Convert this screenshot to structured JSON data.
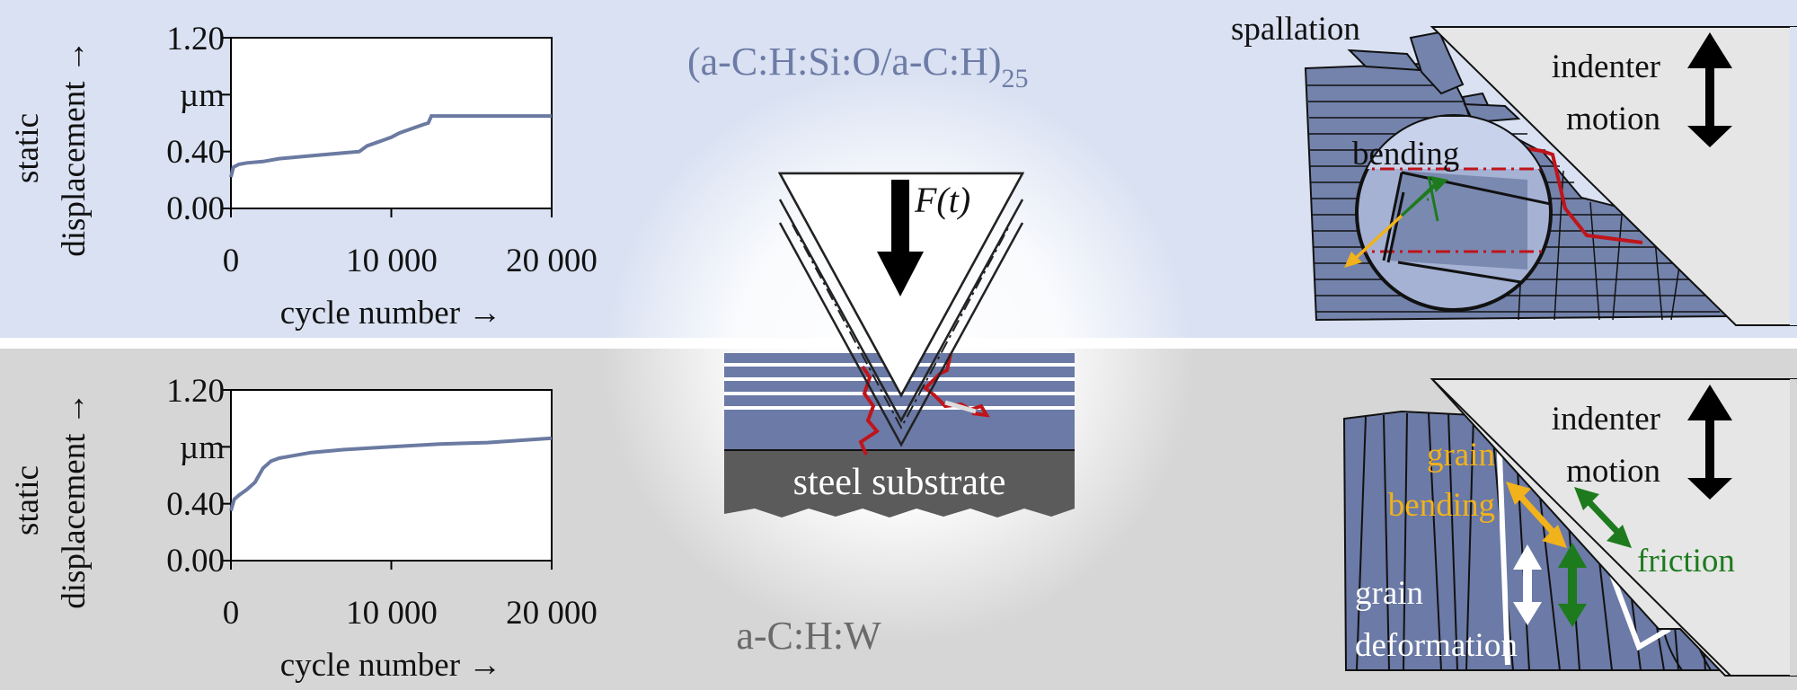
{
  "colors": {
    "top_bg": "#d9e1f2",
    "bottom_bg": "#d6d6d6",
    "curve": "#6b7aa1",
    "coating": "#6b7aa6",
    "crack": "#c0141b",
    "steel": "#5b5b5b",
    "orange": "#f2b21b",
    "green": "#1d7a1d",
    "indenter": "#e6e6e6"
  },
  "labels": {
    "top_title_main": "(a-C:H:Si:O/a-C:H)",
    "top_title_sub": "25",
    "bottom_title": "a-C:H:W",
    "force": "F(t)",
    "steel_substrate": "steel substrate",
    "spallation": "spallation",
    "bending": "bending",
    "indenter_motion_1": "indenter",
    "indenter_motion_2": "motion",
    "grain_bending_1": "grain",
    "grain_bending_2": "bending",
    "friction": "friction",
    "grain_deformation_1": "grain",
    "grain_deformation_2": "deformation"
  },
  "chart_data": [
    {
      "type": "line",
      "panel": "top",
      "ylabel_line1": "static",
      "ylabel_line2": "displacement →",
      "xlabel": "cycle number →",
      "y_ticks": [
        "0.00",
        "0.40",
        "µm",
        "1.20"
      ],
      "x_ticks": [
        "0",
        "10 000",
        "20 000"
      ],
      "xlim": [
        0,
        20000
      ],
      "ylim": [
        0,
        1.2
      ],
      "x": [
        0,
        150,
        500,
        1000,
        2000,
        3000,
        5000,
        7000,
        8000,
        8500,
        9000,
        9500,
        10000,
        10500,
        11000,
        12000,
        12300,
        12500,
        15000,
        20000
      ],
      "y": [
        0.22,
        0.29,
        0.31,
        0.32,
        0.33,
        0.35,
        0.37,
        0.39,
        0.4,
        0.44,
        0.46,
        0.48,
        0.5,
        0.53,
        0.55,
        0.59,
        0.6,
        0.65,
        0.65,
        0.65
      ]
    },
    {
      "type": "line",
      "panel": "bottom",
      "ylabel_line1": "static",
      "ylabel_line2": "displacement →",
      "xlabel": "cycle number →",
      "y_ticks": [
        "0.00",
        "0.40",
        "µm",
        "1.20"
      ],
      "x_ticks": [
        "0",
        "10 000",
        "20 000"
      ],
      "xlim": [
        0,
        20000
      ],
      "ylim": [
        0,
        1.2
      ],
      "x": [
        0,
        200,
        500,
        1000,
        1500,
        2000,
        2500,
        3000,
        4000,
        5000,
        7000,
        10000,
        13000,
        16000,
        20000
      ],
      "y": [
        0.35,
        0.43,
        0.46,
        0.5,
        0.55,
        0.65,
        0.7,
        0.72,
        0.74,
        0.76,
        0.78,
        0.8,
        0.82,
        0.83,
        0.86
      ]
    }
  ]
}
